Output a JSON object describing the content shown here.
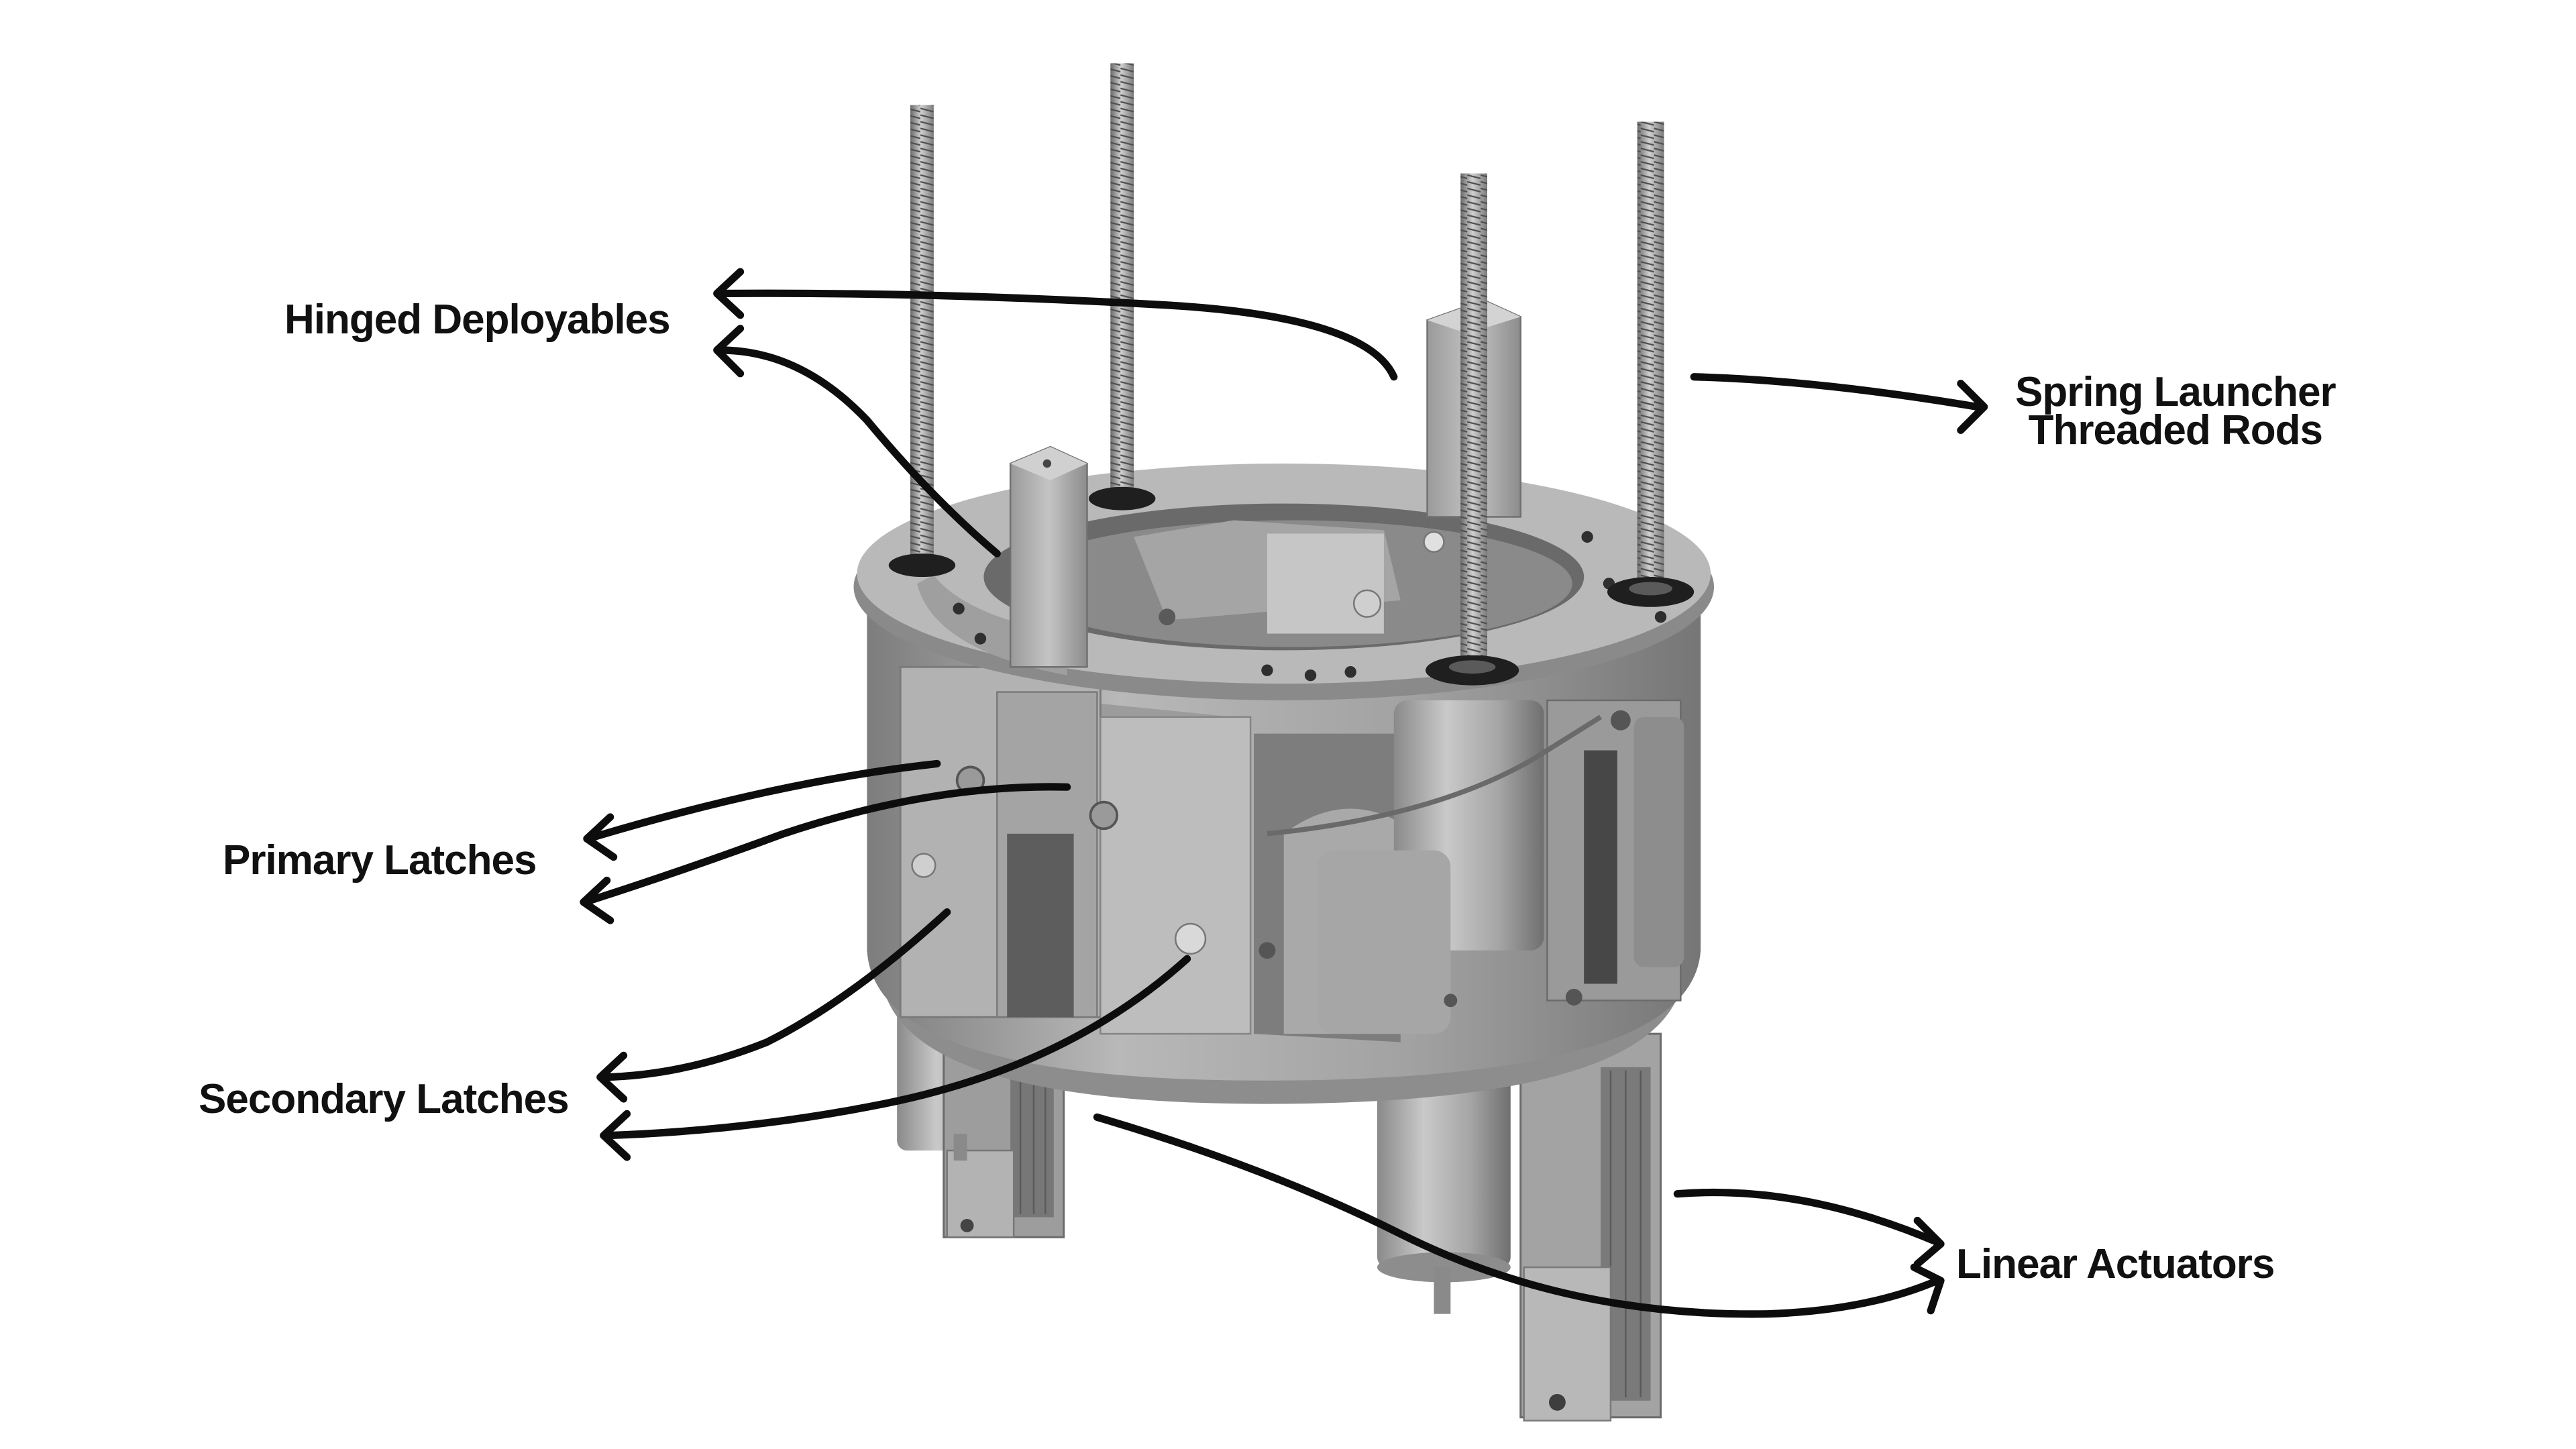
{
  "colors": {
    "background": "#ffffff",
    "label_text": "#111111",
    "arrow": "#0d0d0d",
    "metal_light": "#bdbdbd",
    "metal_mid": "#9c9c9c",
    "metal_dark": "#6e6e6e",
    "metal_shadow": "#4a4a4a",
    "hole": "#2b2b2b"
  },
  "labels": {
    "hinged_deployables": "Hinged Deployables",
    "spring_launcher": {
      "line1": "Spring Launcher",
      "line2": "Threaded Rods"
    },
    "primary_latches": "Primary Latches",
    "secondary_latches": "Secondary Latches",
    "linear_actuators": "Linear Actuators"
  },
  "icons": {
    "arrowhead": "open-chevron-arrowhead",
    "assembly": "deployer-mechanism-render"
  }
}
